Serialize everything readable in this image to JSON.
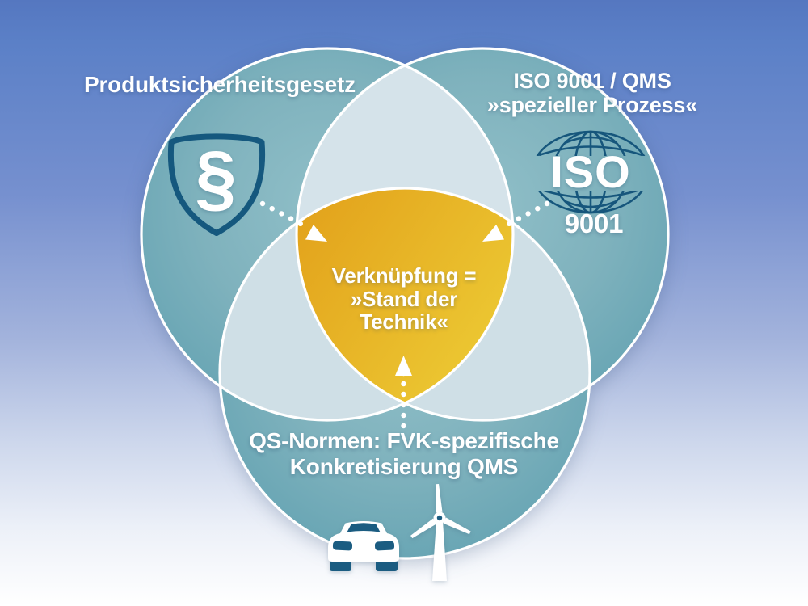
{
  "colors": {
    "background_top": "#5b7fc6",
    "background_bottom": "#ffffff",
    "circle_fill": "#7fb2bd",
    "circle_edge": "#66a4b3",
    "overlap_fill": "#d2e1e8",
    "center_orange": "#d8860f",
    "center_yellow": "#edcc35",
    "icon_dark_blue": "#17587e",
    "rim_white": "#ffffff",
    "text_white": "#ffffff"
  },
  "icons": [
    {
      "name": "shield-paragraph-icon",
      "glyph": "§"
    },
    {
      "name": "iso-9001-globe-icon"
    },
    {
      "name": "car-icon"
    },
    {
      "name": "wind-turbine-icon"
    },
    {
      "name": "dotted-arrow-icon"
    }
  ],
  "venn": {
    "circle_top_left": {
      "label": "Produktsicherheitsgesetz",
      "symbol": "§"
    },
    "circle_top_right": {
      "label_line1": "ISO 9001 / QMS",
      "label_line2": "»spezieller Prozess«",
      "logo_text": "ISO",
      "logo_number": "9001"
    },
    "circle_bottom": {
      "label_line1": "QS-Normen: FVK-spezifische",
      "label_line2": "Konkretisierung QMS"
    },
    "center": {
      "label_line1": "Verknüpfung =",
      "label_line2": "»Stand der",
      "label_line3": "Technik«"
    }
  }
}
